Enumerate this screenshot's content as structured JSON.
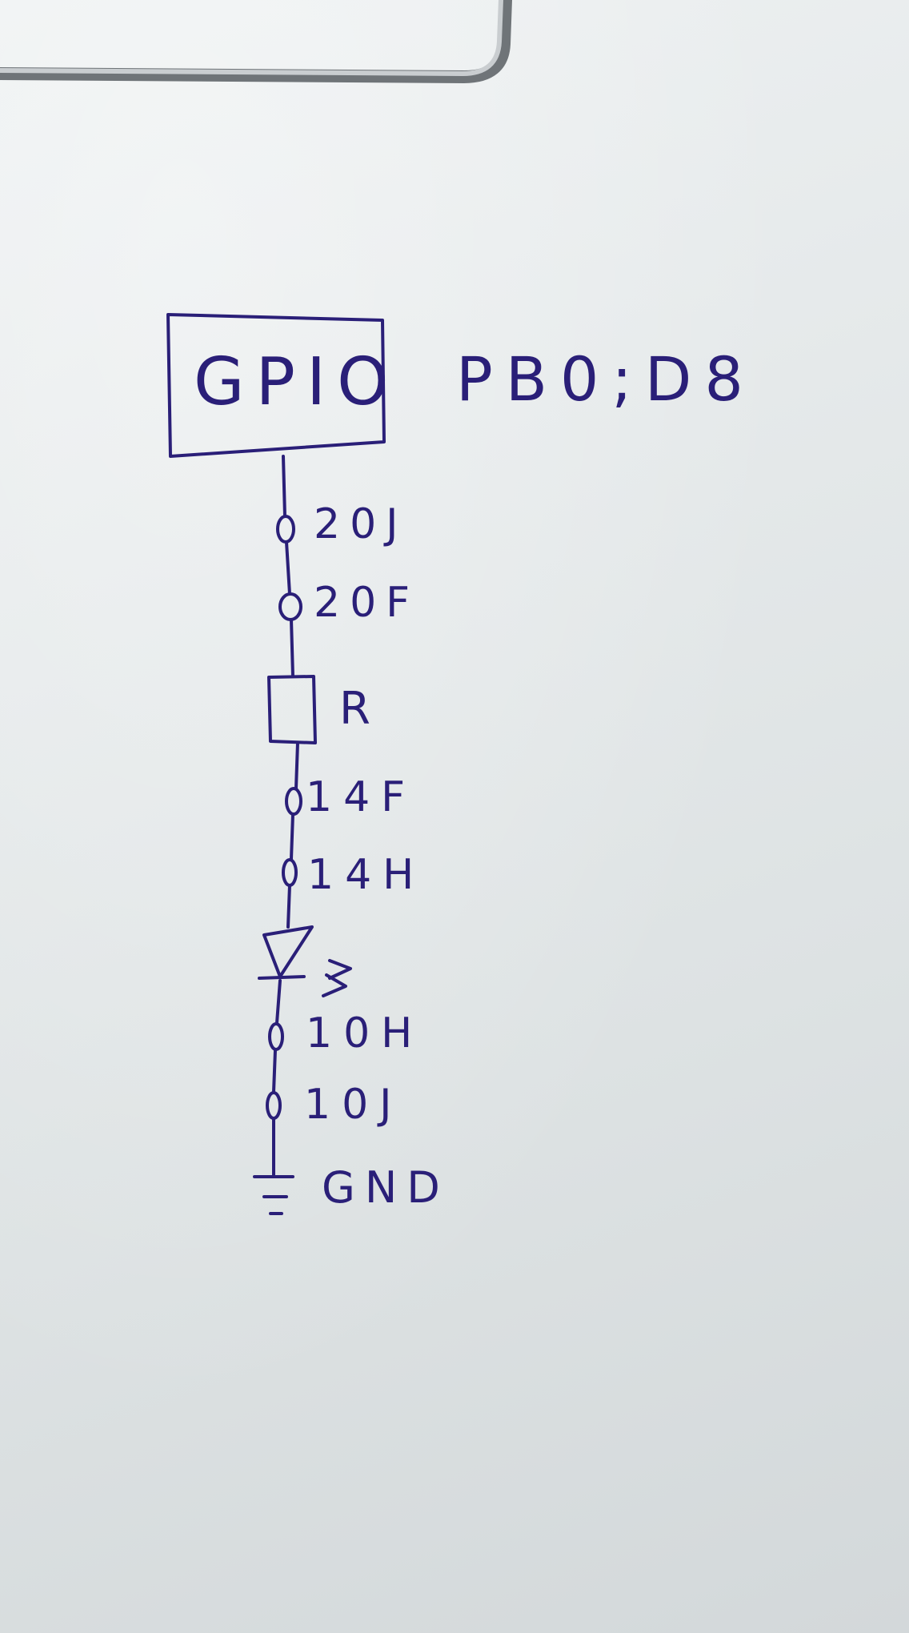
{
  "schematic": {
    "block_label": "GPIO",
    "pin_label": "PB0;D8",
    "nodes": [
      {
        "id": "n1",
        "label": "20J"
      },
      {
        "id": "n2",
        "label": "20F"
      },
      {
        "id": "n3",
        "label": "14F"
      },
      {
        "id": "n4",
        "label": "14H"
      },
      {
        "id": "n5",
        "label": "10H"
      },
      {
        "id": "n6",
        "label": "10J"
      }
    ],
    "resistor_label": "R",
    "ground_label": "GND"
  },
  "colors": {
    "ink": "#2a1f78",
    "paper": "#e6eaeb",
    "clip": "#9a9fa3"
  }
}
